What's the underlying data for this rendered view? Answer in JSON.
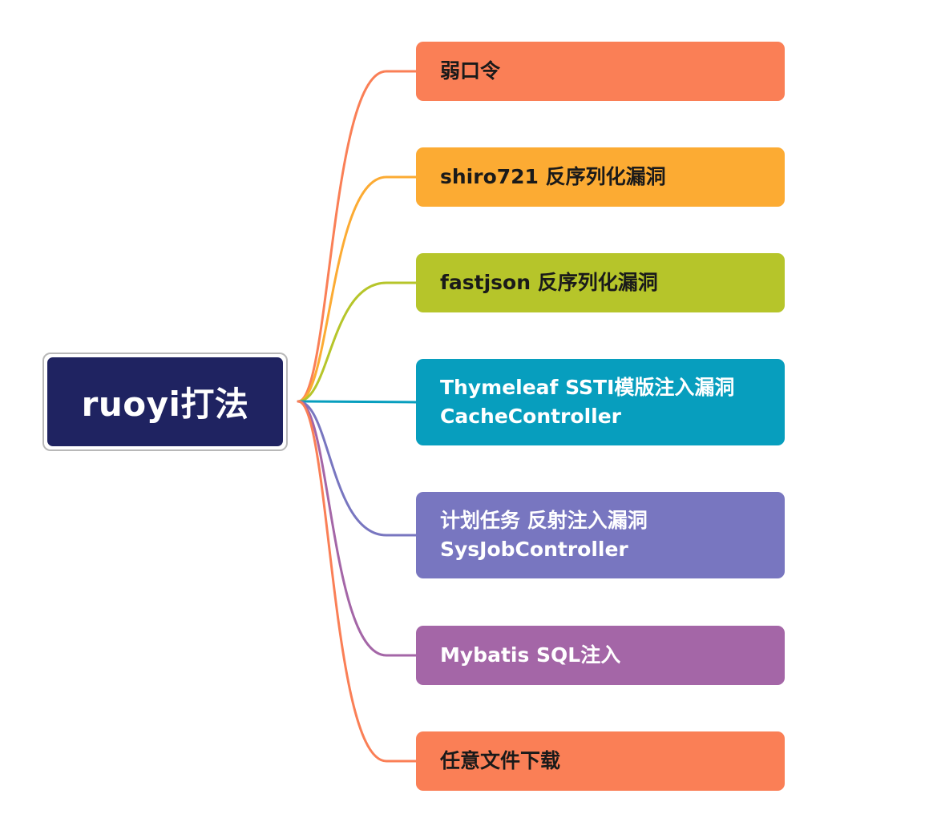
{
  "root": {
    "label": "ruoyi打法",
    "color": "#1f2361"
  },
  "branches": [
    {
      "lines": [
        "弱口令"
      ],
      "color": "#fa7f56",
      "text_color": "#1a1a1a"
    },
    {
      "lines": [
        "shiro721 反序列化漏洞"
      ],
      "color": "#fcab33",
      "text_color": "#1a1a1a"
    },
    {
      "lines": [
        "fastjson 反序列化漏洞"
      ],
      "color": "#b6c52a",
      "text_color": "#1a1a1a"
    },
    {
      "lines": [
        "Thymeleaf SSTI模版注入漏洞",
        "CacheController"
      ],
      "color": "#079ebe",
      "text_color": "#ffffff"
    },
    {
      "lines": [
        "计划任务 反射注入漏洞",
        "SysJobController"
      ],
      "color": "#7876c0",
      "text_color": "#ffffff"
    },
    {
      "lines": [
        "Mybatis SQL注入"
      ],
      "color": "#a466a7",
      "text_color": "#ffffff"
    },
    {
      "lines": [
        "任意文件下载"
      ],
      "color": "#fa7f56",
      "text_color": "#1a1a1a"
    }
  ]
}
